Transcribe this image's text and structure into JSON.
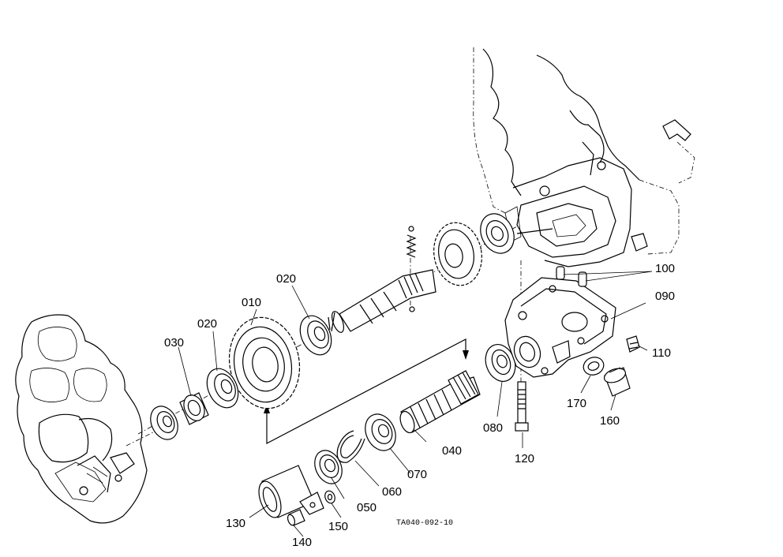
{
  "drawing_code": "TA040-092-10",
  "callouts": {
    "p010": "010",
    "p020a": "020",
    "p020b": "020",
    "p030": "030",
    "p040": "040",
    "p050": "050",
    "p060": "060",
    "p070": "070",
    "p080": "080",
    "p090": "090",
    "p100": "100",
    "p110": "110",
    "p120": "120",
    "p130": "130",
    "p140": "140",
    "p150": "150",
    "p160": "160",
    "p170": "170"
  }
}
